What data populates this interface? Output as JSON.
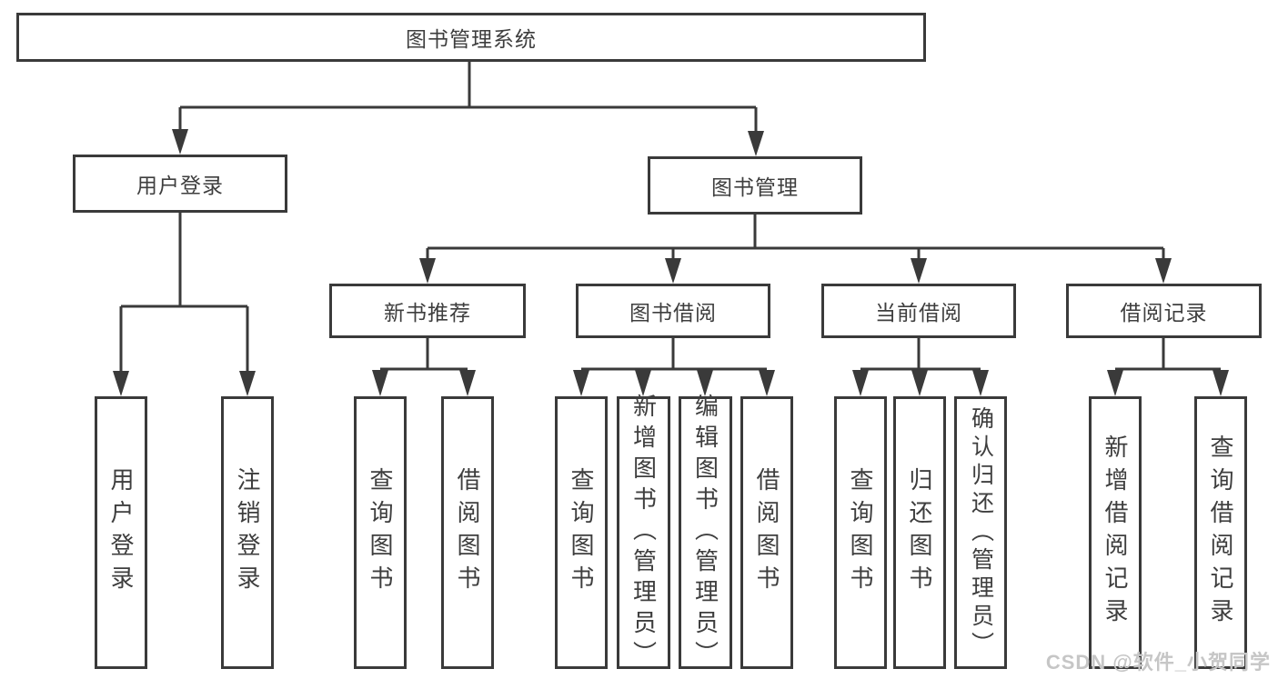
{
  "colors": {
    "line": "#3a3a3a",
    "text": "#3e3e3e",
    "watermark": "#c6c6c6",
    "bg": "#ffffff",
    "box_bg": "#ffffff"
  },
  "watermark": "CSDN @软件_小贺同学",
  "tree": {
    "root": {
      "label": "图书管理系统"
    },
    "branches": [
      {
        "label": "用户登录",
        "children": [
          {
            "label": "用户登录"
          },
          {
            "label": "注销登录"
          }
        ]
      },
      {
        "label": "图书管理",
        "children": [
          {
            "label": "新书推荐",
            "children": [
              {
                "label": "查询图书"
              },
              {
                "label": "借阅图书"
              }
            ]
          },
          {
            "label": "图书借阅",
            "children": [
              {
                "label": "查询图书"
              },
              {
                "label": "新增图书（管理员）"
              },
              {
                "label": "编辑图书（管理员）"
              },
              {
                "label": "借阅图书"
              }
            ]
          },
          {
            "label": "当前借阅",
            "children": [
              {
                "label": "查询图书"
              },
              {
                "label": "归还图书"
              },
              {
                "label": "确认归还（管理员）"
              }
            ]
          },
          {
            "label": "借阅记录",
            "children": [
              {
                "label": "新增借阅记录"
              },
              {
                "label": "查询借阅记录"
              }
            ]
          }
        ]
      }
    ]
  }
}
